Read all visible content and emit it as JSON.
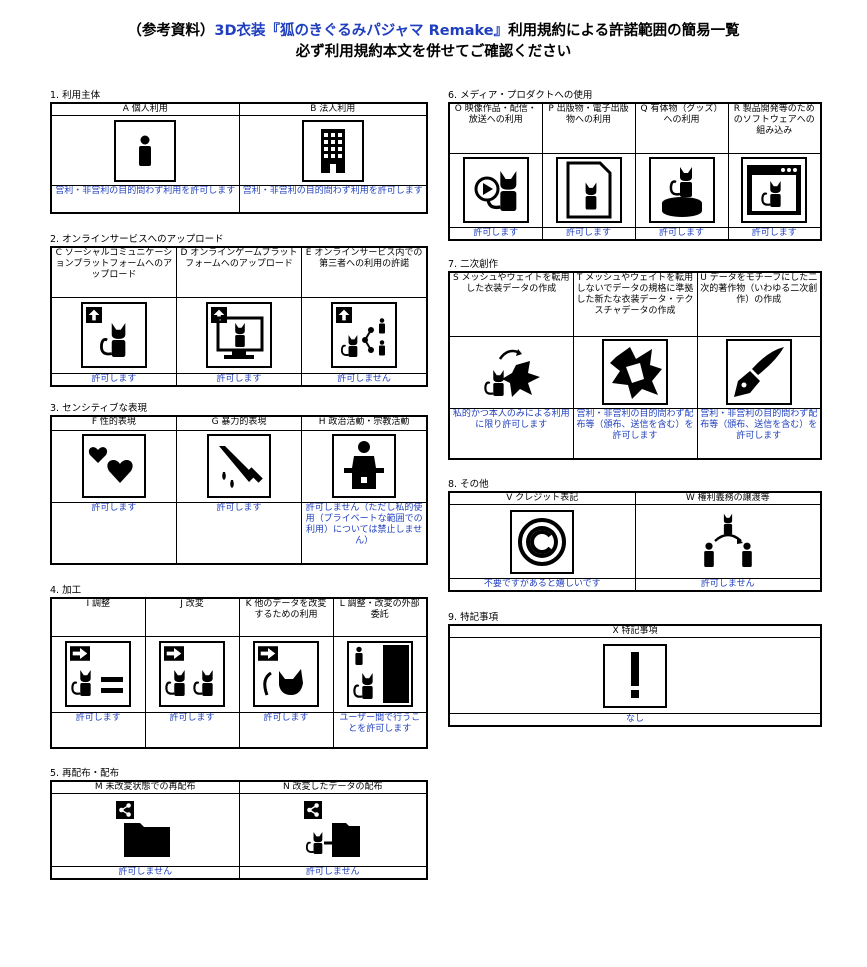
{
  "header": {
    "line1_prefix": "（参考資料）",
    "line1_title": "3D衣装『狐のきぐるみパジャマ Remake』",
    "line1_suffix": "利用規約による許諾範囲の簡易一覧",
    "line2": "必ず利用規約本文を併せてご確認ください"
  },
  "sections": {
    "s1": {
      "title": "1. 利用主体",
      "items": [
        {
          "label": "A 個人利用",
          "icon": "person-icon",
          "permission": "営利・非営利の目的問わず利用を許可します"
        },
        {
          "label": "B 法人利用",
          "icon": "building-icon",
          "permission": "営利・非営利の目的問わず利用を許可します"
        }
      ]
    },
    "s2": {
      "title": "2. オンラインサービスへのアップロード",
      "items": [
        {
          "label": "C ソーシャルコミュニケーションプラットフォームへのアップロード",
          "icon": "upload-social-icon",
          "permission": "許可します"
        },
        {
          "label": "D オンラインゲームプラットフォームへのアップロード",
          "icon": "upload-game-icon",
          "permission": "許可します"
        },
        {
          "label": "E オンラインサービス内での第三者への利用の許諾",
          "icon": "share-third-party-icon",
          "permission": "許可しません"
        }
      ]
    },
    "s3": {
      "title": "3. センシティブな表現",
      "items": [
        {
          "label": "F 性的表現",
          "icon": "hearts-icon",
          "permission": "許可します"
        },
        {
          "label": "G 暴力的表現",
          "icon": "knife-icon",
          "permission": "許可します"
        },
        {
          "label": "H 政治活動・宗教活動",
          "icon": "podium-icon",
          "permission": "許可しません（ただし私的使用（プライベートな範囲での利用）については禁止しません）"
        }
      ]
    },
    "s4": {
      "title": "4. 加工",
      "items": [
        {
          "label": "I 調整",
          "icon": "adjust-icon",
          "permission": "許可します"
        },
        {
          "label": "J 改変",
          "icon": "modify-icon",
          "permission": "許可します"
        },
        {
          "label": "K 他のデータを改変するための利用",
          "icon": "use-for-other-icon",
          "permission": "許可します"
        },
        {
          "label": "L 調整・改変の外部委託",
          "icon": "outsource-icon",
          "permission": "ユーザー間で行うことを許可します"
        }
      ]
    },
    "s5": {
      "title": "5. 再配布・配布",
      "items": [
        {
          "label": "M 未改変状態での再配布",
          "icon": "redistribute-icon",
          "permission": "許可しません"
        },
        {
          "label": "N 改変したデータの配布",
          "icon": "distribute-modified-icon",
          "permission": "許可しません"
        }
      ]
    },
    "s6": {
      "title": "6. メディア・プロダクトへの使用",
      "items": [
        {
          "label": "O 映像作品・配信・放送への利用",
          "icon": "video-icon",
          "permission": "許可します"
        },
        {
          "label": "P 出版物・電子出版物への利用",
          "icon": "publication-icon",
          "permission": "許可します"
        },
        {
          "label": "Q 有体物（グッズ）への利用",
          "icon": "goods-icon",
          "permission": "許可します"
        },
        {
          "label": "R 製品開発等のためのソフトウェアへの組み込み",
          "icon": "software-icon",
          "permission": "許可します"
        }
      ]
    },
    "s7": {
      "title": "7. 二次創作",
      "items": [
        {
          "label": "S メッシュやウェイトを転用した衣装データの作成",
          "icon": "mesh-reuse-icon",
          "permission": "私的かつ本人のみによる利用に限り許可します"
        },
        {
          "label": "T メッシュやウェイトを転用しないでデータの規格に準拠した新たな衣装データ・テクスチャデータの作成",
          "icon": "new-costume-icon",
          "permission": "営利・非営利の目的問わず配布等（頒布、送信を含む）を許可します"
        },
        {
          "label": "U データをモチーフにした二次的著作物（いわゆる二次創作）の作成",
          "icon": "pen-nib-icon",
          "permission": "営利・非営利の目的問わず配布等（頒布、送信を含む）を許可します"
        }
      ]
    },
    "s8": {
      "title": "8. その他",
      "items": [
        {
          "label": "V クレジット表記",
          "icon": "copyright-icon",
          "permission": "不要ですがあると嬉しいです"
        },
        {
          "label": "W 権利義務の譲渡等",
          "icon": "transfer-icon",
          "permission": "許可しません"
        }
      ]
    },
    "s9": {
      "title": "9. 特記事項",
      "items": [
        {
          "label": "X 特記事項",
          "icon": "exclamation-icon",
          "permission": "なし"
        }
      ]
    }
  }
}
